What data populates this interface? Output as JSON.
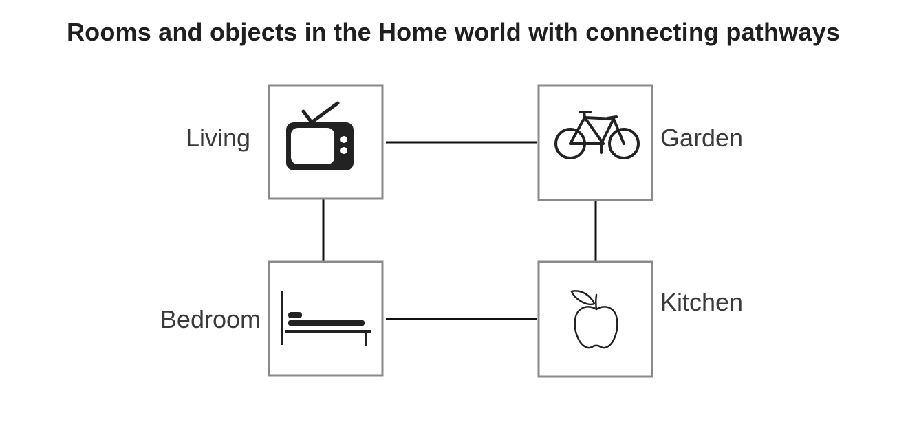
{
  "title": "Rooms and objects in the Home world with connecting pathways",
  "rooms": [
    {
      "label": "Living",
      "object_icon": "television-icon"
    },
    {
      "label": "Garden",
      "object_icon": "bicycle-icon"
    },
    {
      "label": "Bedroom",
      "object_icon": "bed-icon"
    },
    {
      "label": "Kitchen",
      "object_icon": "apple-icon"
    }
  ],
  "pathways": [
    [
      "Living",
      "Garden"
    ],
    [
      "Living",
      "Bedroom"
    ],
    [
      "Garden",
      "Kitchen"
    ],
    [
      "Bedroom",
      "Kitchen"
    ]
  ],
  "colors": {
    "box_border": "#8a8a8a",
    "pathway": "#111111",
    "icon": "#222222",
    "label": "#3a3a3a",
    "title": "#1f1f1f"
  }
}
